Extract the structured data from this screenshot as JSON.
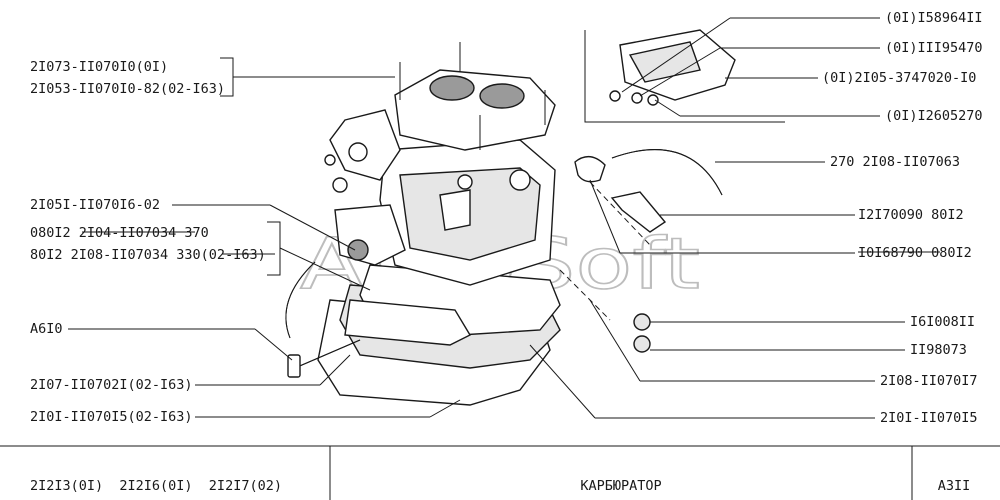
{
  "callouts_left": [
    "2I073-II070I0(0I)",
    "2I053-II070I0-82(02-I63)",
    "2I05I-II070I6-02",
    "080I2 2I04-II07034 370",
    "80I2 2I08-II07034 330(02-I63)",
    "A6I0",
    "2I07-II0702I(02-I63)",
    "2I0I-II070I5(02-I63)"
  ],
  "callouts_right": [
    "(0I)I58964II",
    "(0I)III95470",
    "(0I)2I05-3747020-I0",
    "(0I)I2605270",
    "270 2I08-II07063",
    "I2I70090 80I2",
    "I0I68790 080I2",
    "I6I008II",
    "II98073",
    "2I08-II070I7",
    "2I0I-II070I5"
  ],
  "watermark": "AutoSoft",
  "footer": {
    "models": "2I2I3(0I)  2I2I6(0I)  2I2I7(02)",
    "title": "КАРБЮРАТОР",
    "code": "A3II"
  }
}
